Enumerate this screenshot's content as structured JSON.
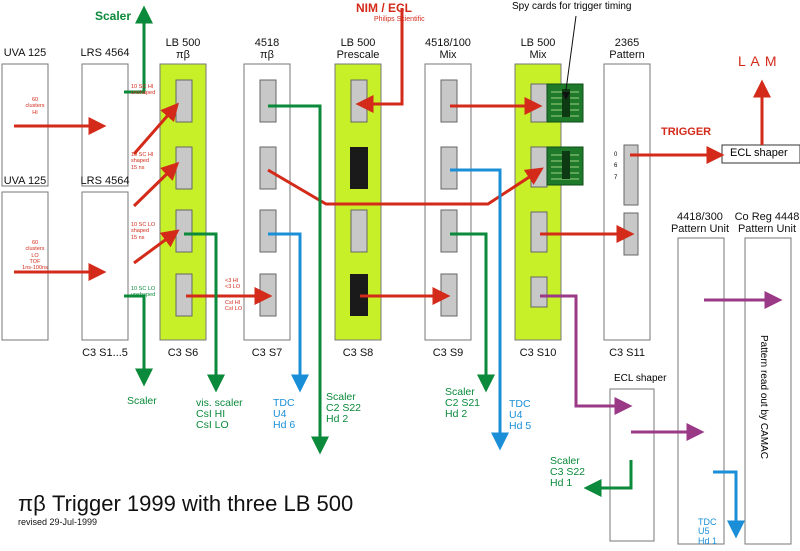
{
  "modules": [
    {
      "id": "uva1",
      "title": "UVA 125",
      "slot": ""
    },
    {
      "id": "lrs1",
      "title": "LRS 4564",
      "slot": ""
    },
    {
      "id": "uva2",
      "title": "UVA 125",
      "slot": ""
    },
    {
      "id": "lrs2",
      "title": "LRS 4564",
      "slot": "C3 S1...5"
    },
    {
      "id": "lb1",
      "title": "LB 500\nπβ",
      "slot": "C3 S6"
    },
    {
      "id": "m4518",
      "title": "4518\nπβ",
      "slot": "C3 S7"
    },
    {
      "id": "lb2",
      "title": "LB 500\nPrescale",
      "slot": "C3 S8"
    },
    {
      "id": "m4518mix",
      "title": "4518/100\nMix",
      "slot": "C3 S9"
    },
    {
      "id": "lb3",
      "title": "LB 500\nMix",
      "slot": "C3 S10"
    },
    {
      "id": "m2365",
      "title": "2365\nPattern",
      "slot": "C3 S11"
    },
    {
      "id": "m4418",
      "title": "4418/300\nPattern Unit",
      "slot": ""
    },
    {
      "id": "coreg",
      "title": "Co Reg 4448\nPattern Unit",
      "slot": ""
    }
  ],
  "labels": {
    "scaler_top": "Scaler",
    "nim_ecl": "NIM / ECL",
    "philips": "Philips Scientific",
    "spy_cards": "Spy cards for trigger timing",
    "lam": "L A M",
    "trigger": "TRIGGER",
    "ecl_shaper_top": "ECL shaper",
    "ecl_shaper_bottom": "ECL shaper",
    "clusters_hi": "60\nclusters\nHI",
    "clusters_lo": "60\nclusters\nLO\nTOF\n1ns-100ns",
    "sc_hi_unshaped": "10 SC HI\nunshaped",
    "sc_hi_shaped": "10 SC HI\nshaped\n15 ns",
    "sc_lo_shaped": "10 SC LO\nshaped\n15 ns",
    "sc_lo_unshaped": "10 SC LO\nunshaped",
    "csi_pair_a": "<3 HI\n<3 LO",
    "csi_pair_b": "CsI HI\nCsI LO",
    "pattern_pins": "0\n6\n7",
    "scaler_bottom": "Scaler",
    "vis_scaler": "vis. scaler\nCsI HI\nCsI LO",
    "tdc_u4_hd6": "TDC\nU4\nHd 6",
    "scaler_c2s22": "Scaler\nC2 S22\nHd 2",
    "scaler_c2s21": "Scaler\nC2 S21\nHd 2",
    "tdc_u4_hd5": "TDC\nU4\nHd 5",
    "scaler_c3s22": "Scaler\nC3 S22\nHd 1",
    "tdc_u5_hd1": "TDC\nU5\nHd 1",
    "camac": "Pattern read out by CAMAC",
    "title": "πβ Trigger 1999 with three LB 500",
    "revised": "revised 29-Jul-1999"
  },
  "colors": {
    "red": "#d32a1a",
    "green": "#0a8a3a",
    "blue": "#1a8fd8",
    "purple": "#9a3a86",
    "lb500": "#c8f028"
  }
}
